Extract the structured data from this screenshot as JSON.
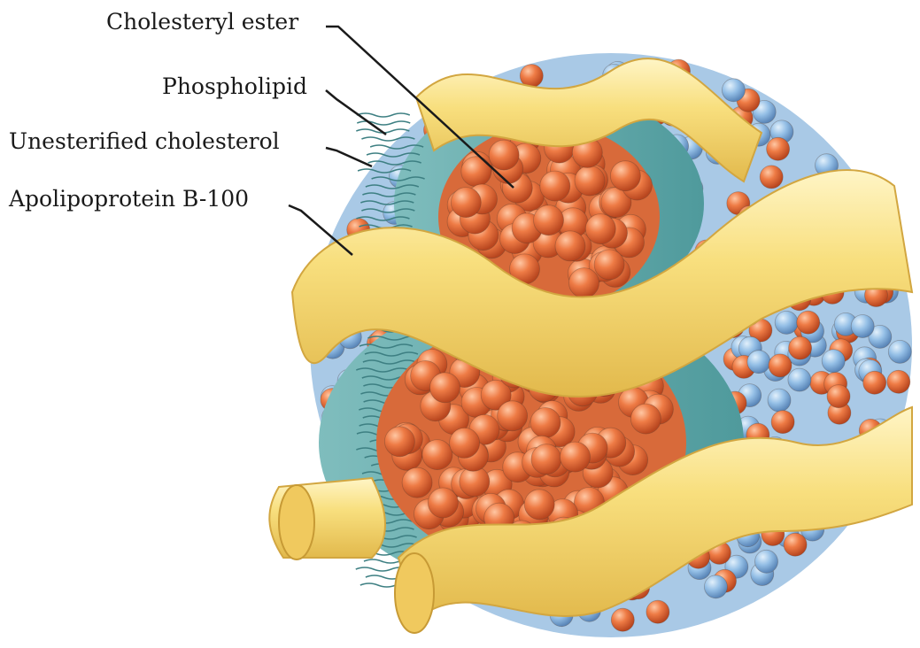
{
  "labels": {
    "cholesteryl_ester": "Cholesteryl ester",
    "phospholipid": "Phospholipid",
    "unesterified_cholesterol": "Unesterified cholesterol",
    "apolipoprotein": "Apolipoprotein B-100"
  },
  "colors": {
    "background": "#ffffff",
    "core_ester": "#e8703a",
    "phospholipid_head": "#8fb8e0",
    "phospholipid_tail": "#5fa8a8",
    "apolipoprotein": "#f7de7a",
    "leader_line": "#1a1a1a"
  }
}
